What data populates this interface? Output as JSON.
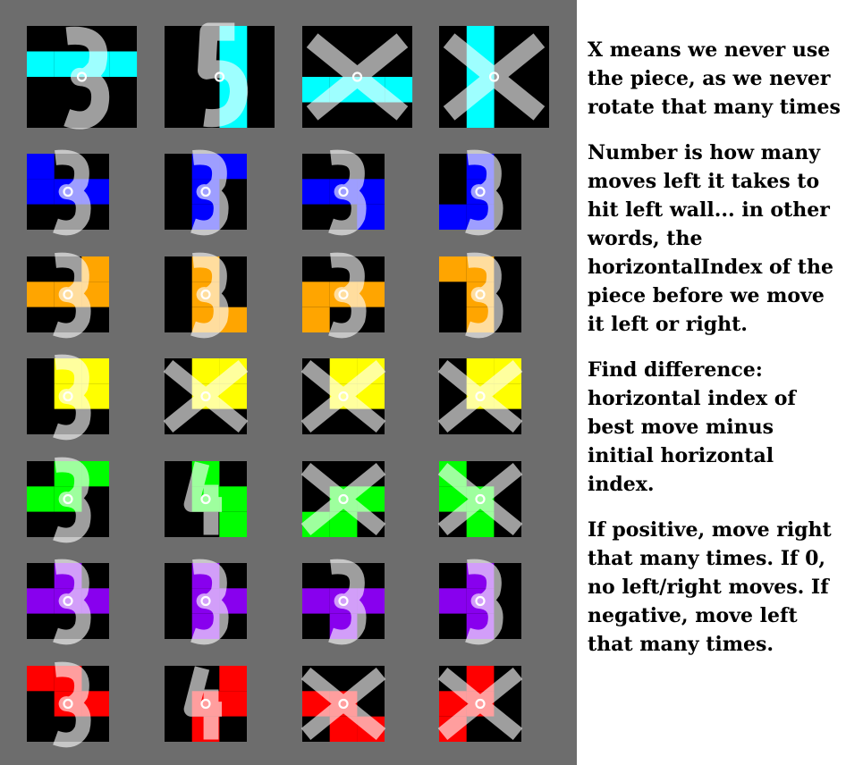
{
  "notes": [
    "X means we never use the piece, as we never rotate that many times",
    "Number is how many moves left it takes to hit left wall... in other words, the horizontalIndex of the piece before we move it left or right.",
    "Find difference: horizontal index of best move minus initial horizontal index.",
    "If positive, move right that many times. If 0, no left/right moves. If negative, move left that many times."
  ],
  "colors": {
    "panel": "#6d6d6d",
    "cell_background": "#000000",
    "overlay": "#ffffff",
    "I": "#00ffff",
    "J": "#0000ff",
    "L": "#ffa500",
    "O": "#ffff00",
    "S": "#00ff00",
    "T": "#8800ee",
    "Z": "#ff0000"
  },
  "rows": [
    {
      "piece": "I",
      "color_key": "I",
      "marks": [
        "3",
        "5",
        "X",
        "X"
      ]
    },
    {
      "piece": "J",
      "color_key": "J",
      "marks": [
        "3",
        "3",
        "3",
        "3"
      ]
    },
    {
      "piece": "L",
      "color_key": "L",
      "marks": [
        "3",
        "3",
        "3",
        "3"
      ]
    },
    {
      "piece": "O",
      "color_key": "O",
      "marks": [
        "3",
        "X",
        "X",
        "X"
      ]
    },
    {
      "piece": "S",
      "color_key": "S",
      "marks": [
        "3",
        "4",
        "X",
        "X"
      ]
    },
    {
      "piece": "T",
      "color_key": "T",
      "marks": [
        "3",
        "3",
        "3",
        "3"
      ]
    },
    {
      "piece": "Z",
      "color_key": "Z",
      "marks": [
        "3",
        "4",
        "X",
        "X"
      ]
    }
  ]
}
